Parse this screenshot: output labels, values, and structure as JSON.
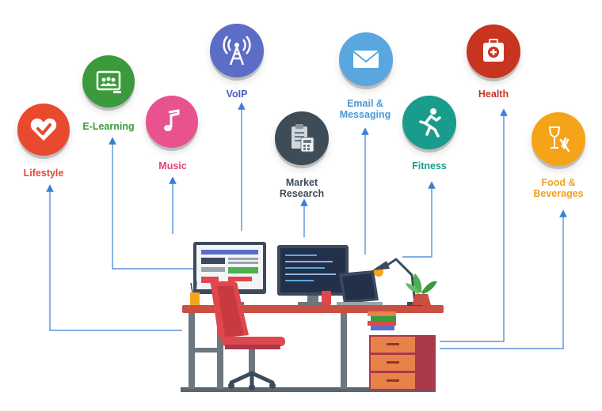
{
  "categories": [
    {
      "id": "lifestyle",
      "label": "Lifestyle",
      "color": "#e8492f",
      "label_color": "#e8492f",
      "icon": "heart-check-icon"
    },
    {
      "id": "e-learning",
      "label": "E-Learning",
      "color": "#3a9a3c",
      "label_color": "#3a9a3c",
      "icon": "classroom-board-icon"
    },
    {
      "id": "music",
      "label": "Music",
      "color": "#e8538f",
      "label_color": "#e0407f",
      "icon": "music-note-icon"
    },
    {
      "id": "voip",
      "label": "VoIP",
      "color": "#5b6dc6",
      "label_color": "#4a5cc0",
      "icon": "broadcast-tower-icon"
    },
    {
      "id": "market-research",
      "label": "Market\nResearch",
      "color": "#3e4c58",
      "label_color": "#3e4c58",
      "icon": "clipboard-calculator-icon"
    },
    {
      "id": "email-messaging",
      "label": "Email &\nMessaging",
      "color": "#5aa7e0",
      "label_color": "#4a98d8",
      "icon": "envelope-icon"
    },
    {
      "id": "fitness",
      "label": "Fitness",
      "color": "#1a9c8c",
      "label_color": "#1a9c8c",
      "icon": "running-person-icon"
    },
    {
      "id": "health",
      "label": "Health",
      "color": "#c8341f",
      "label_color": "#c8341f",
      "icon": "medical-kit-icon"
    },
    {
      "id": "food-beverages",
      "label": "Food &\nBeverages",
      "color": "#f5a41a",
      "label_color": "#f0a020",
      "icon": "wine-cutlery-icon"
    }
  ],
  "connector_color": "#3b7fd4",
  "illustration": {
    "name": "office-desk-illustration",
    "colors": {
      "chair": "#e0474c",
      "desk_top": "#c94f43",
      "drawers": "#e8824a",
      "monitor": "#3c4a5c",
      "plant": "#4caf50"
    }
  }
}
